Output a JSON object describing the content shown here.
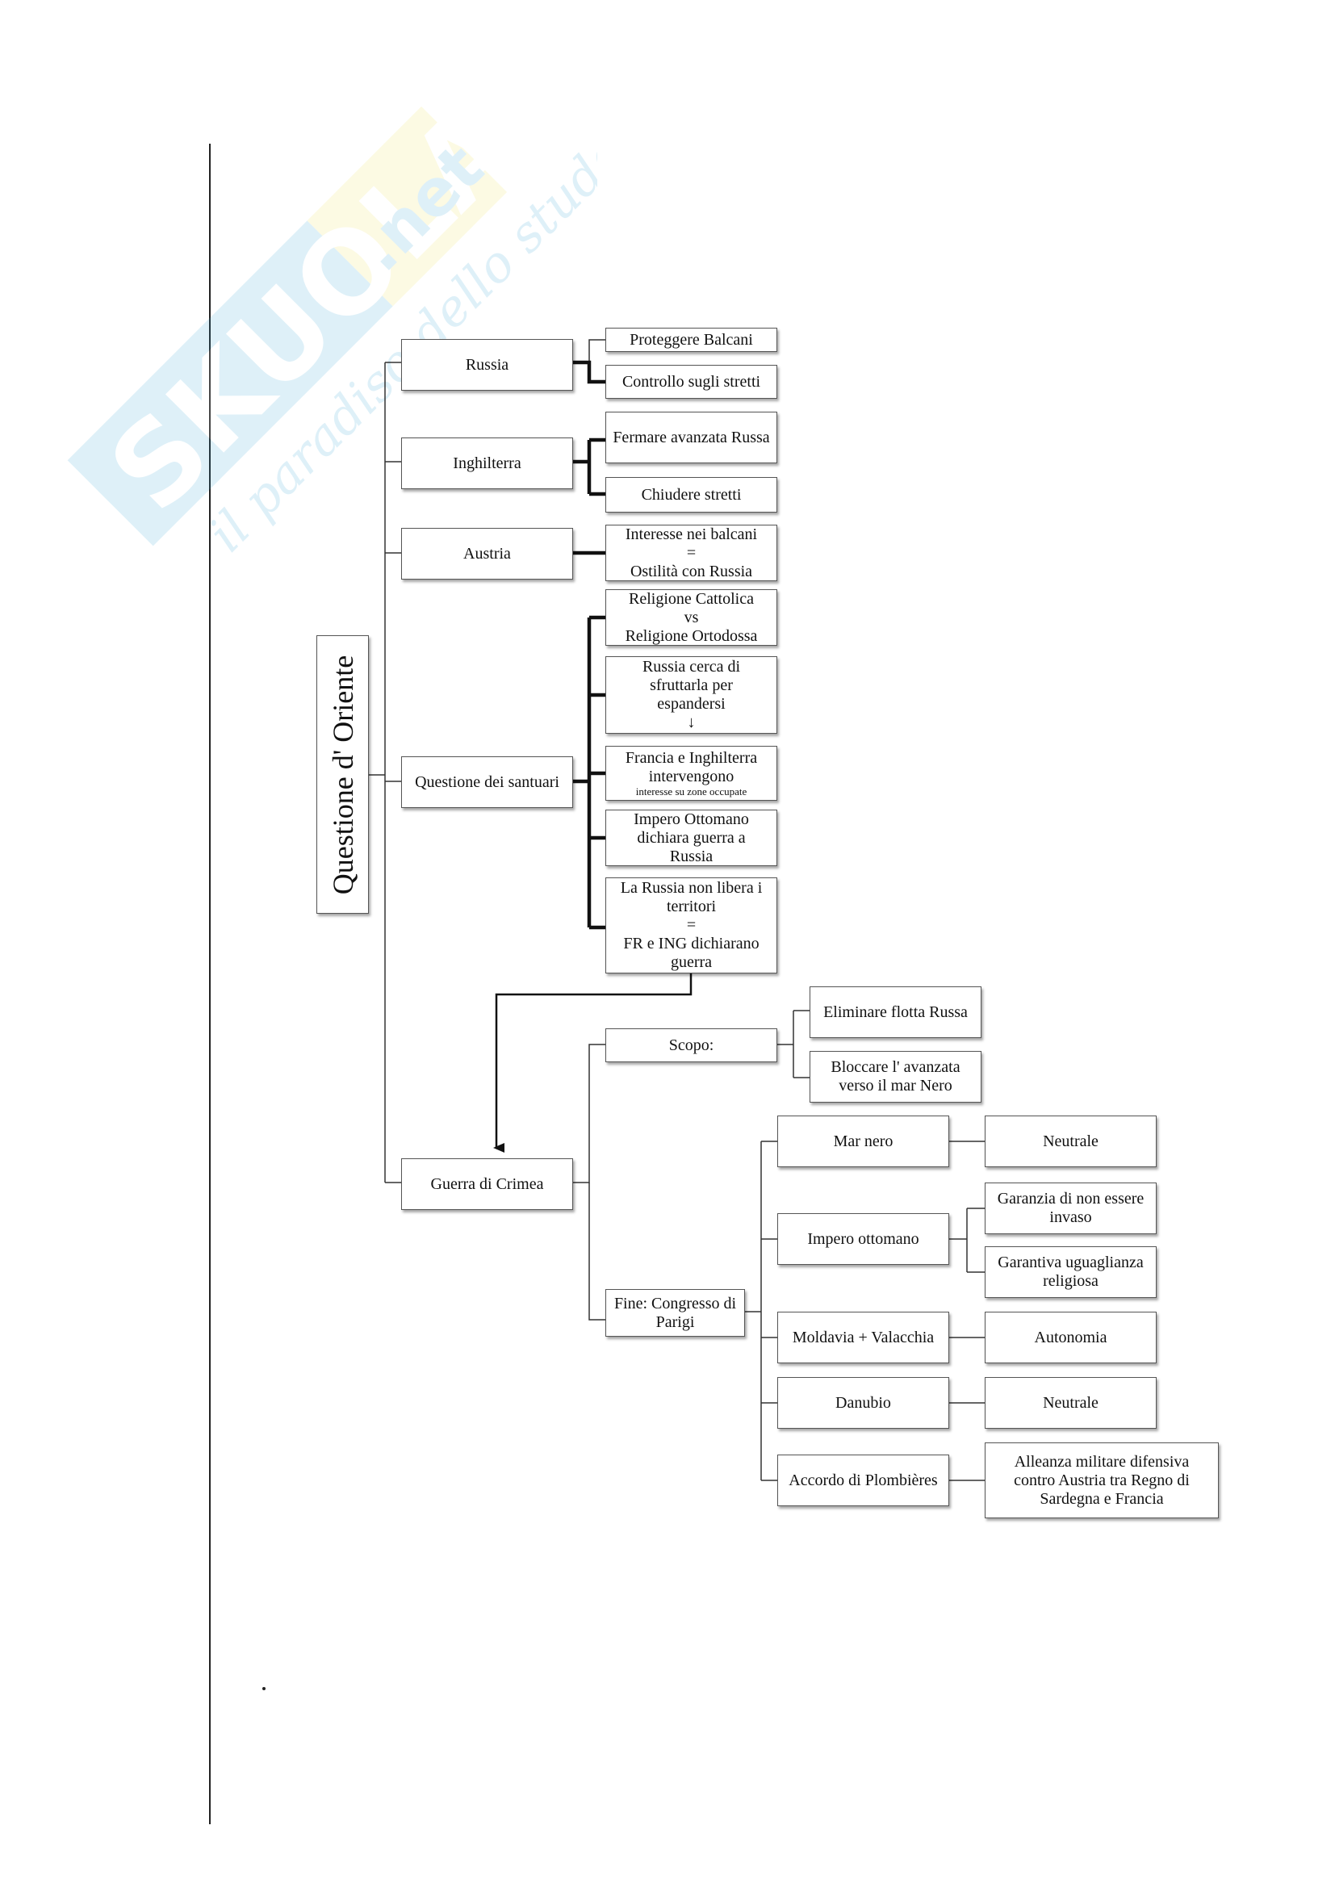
{
  "watermark": {
    "brand": "SKUOLA.net",
    "tagline": "il paradiso dello studente"
  },
  "diagram": {
    "root": "Questione d' Oriente",
    "russia": {
      "label": "Russia",
      "items": [
        "Proteggere Balcani",
        "Controllo sugli stretti"
      ]
    },
    "inghilterra": {
      "label": "Inghilterra",
      "items": [
        "Fermare avanzata Russa",
        "Chiudere stretti"
      ]
    },
    "austria": {
      "label": "Austria",
      "items": [
        [
          "Interesse nei balcani",
          "=",
          "Ostilità con Russia"
        ]
      ]
    },
    "santuari": {
      "label": "Questione dei santuari",
      "items": [
        [
          "Religione Cattolica",
          "vs",
          "Religione Ortodossa"
        ],
        [
          "Russia cerca di",
          "sfruttarla per",
          "espandersi",
          "↓"
        ],
        [
          "Francia e Inghilterra",
          "intervengono"
        ],
        [
          "Impero Ottomano",
          "dichiara guerra a",
          "Russia"
        ],
        [
          "La Russia non libera i",
          "territori",
          "=",
          "FR e ING dichiarano",
          "guerra"
        ]
      ],
      "note": "interesse su zone occupate"
    },
    "crimea": {
      "label": "Guerra di Crimea",
      "scopo": {
        "label": "Scopo:",
        "items": [
          "Eliminare flotta Russa",
          [
            "Bloccare l' avanzata",
            "verso il mar Nero"
          ]
        ]
      },
      "fine": {
        "label": [
          "Fine: Congresso di",
          "Parigi"
        ],
        "mar_nero": {
          "label": "Mar nero",
          "value": "Neutrale"
        },
        "impero": {
          "label": "Impero ottomano",
          "values": [
            [
              "Garanzia di non essere",
              "invaso"
            ],
            [
              "Garantiva uguaglianza",
              "religiosa"
            ]
          ]
        },
        "moldavia": {
          "label": "Moldavia + Valacchia",
          "value": "Autonomia"
        },
        "danubio": {
          "label": "Danubio",
          "value": "Neutrale"
        },
        "plombieres": {
          "label": "Accordo di Plombières",
          "value": [
            "Alleanza militare difensiva",
            "contro Austria tra Regno di",
            "Sardegna e Francia"
          ]
        }
      }
    }
  }
}
